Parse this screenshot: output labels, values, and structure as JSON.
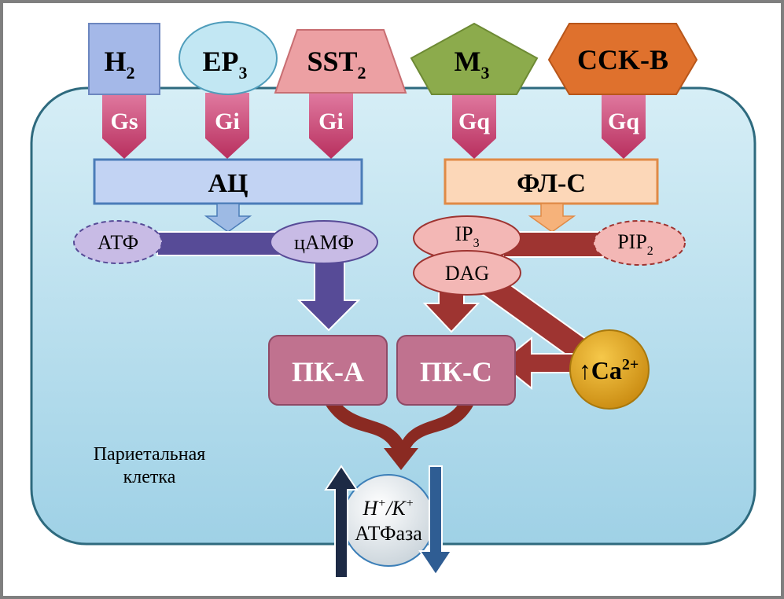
{
  "receptors": [
    {
      "id": "h2",
      "base": "H",
      "sub": "2",
      "gprotein": "Gs",
      "color": "#9fb6e6"
    },
    {
      "id": "ep3",
      "base": "EP",
      "sub": "3",
      "gprotein": "Gi",
      "color": "#bfe6f2"
    },
    {
      "id": "sst2",
      "base": "SST",
      "sub": "2",
      "gprotein": "Gi",
      "color": "#e99a9e"
    },
    {
      "id": "m3",
      "base": "M",
      "sub": "3",
      "gprotein": "Gq",
      "color": "#8aa94a"
    },
    {
      "id": "cckb",
      "base": "CCK-B",
      "sub": "",
      "gprotein": "Gq",
      "color": "#de6f2c"
    }
  ],
  "enzymes": {
    "ac": "АЦ",
    "plc": "ФЛ-С"
  },
  "metabolites": {
    "atp": "АТФ",
    "camp": "цАМФ",
    "ip3_base": "IP",
    "ip3_sub": "3",
    "pip2_base": "PIP",
    "pip2_sub": "2",
    "dag": "DAG",
    "ca_arrow": "↑",
    "ca_base": "Ca",
    "ca_sup": "2+"
  },
  "kinases": {
    "pka": "ПК-А",
    "pkc": "ПК-С"
  },
  "pump": {
    "h": "H",
    "plus1": "+",
    "slash": "/",
    "k": "K",
    "plus2": "+",
    "name": "АТФаза"
  },
  "cell_label": {
    "line1": "Париетальная",
    "line2": "клетка"
  },
  "colors": {
    "cell": "#a9d6ea",
    "gprotein": "#c63a6a",
    "camp_path": "#5a4e99",
    "plc_path": "#9e3431",
    "kinase": "#c0728f",
    "calcium": "#e2a41f"
  }
}
